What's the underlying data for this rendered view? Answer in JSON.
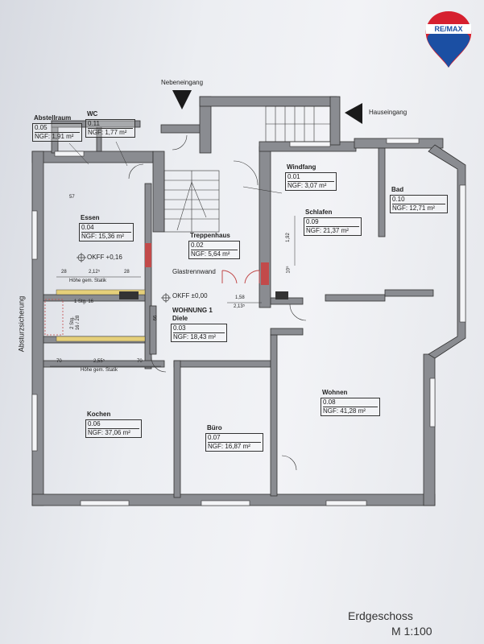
{
  "labels": {
    "nebeneingang": "Nebeneingang",
    "hauseingang": "Hauseingang",
    "glastrennwand": "Glastrennwand",
    "absturzsicherung": "Absturzsicherung",
    "hoehe_statik_1": "Höhe gem. Statik",
    "hoehe_statik_2": "Höhe gem. Statik",
    "wohnung": "WOHNUNG 1",
    "okff_016": "OKFF +0,16",
    "okff_000": "OKFF ±0,00",
    "stg_1": "1 Stg. 16",
    "stg_2a": "2 Stg.",
    "stg_2b": "16 / 28"
  },
  "dimensions": {
    "d57": "57",
    "d28a": "28",
    "d212": "2,12⁵",
    "d28b": "28",
    "d70a": "70",
    "d255": "2,55⁵",
    "d70b": "70",
    "d66": "66",
    "d158": "1,58",
    "d213": "2,13⁵",
    "d192": "1,92",
    "d10": "10⁵"
  },
  "rooms": {
    "abstellraum": {
      "name": "Abstellraum",
      "no": "0.05",
      "area": "NGF: 1,91 m²"
    },
    "wc": {
      "name": "WC",
      "no": "0.11",
      "area": "NGF: 1,77 m²"
    },
    "essen": {
      "name": "Essen",
      "no": "0.04",
      "area": "NGF: 15,36 m²"
    },
    "treppenhaus": {
      "name": "Treppenhaus",
      "no": "0.02",
      "area": "NGF: 5,64 m²"
    },
    "windfang": {
      "name": "Windfang",
      "no": "0.01",
      "area": "NGF: 3,07 m²"
    },
    "bad": {
      "name": "Bad",
      "no": "0.10",
      "area": "NGF: 12,71 m²"
    },
    "schlafen": {
      "name": "Schlafen",
      "no": "0.09",
      "area": "NGF: 21,37 m²"
    },
    "diele": {
      "name": "Diele",
      "no": "0.03",
      "area": "NGF: 18,43 m²"
    },
    "kochen": {
      "name": "Kochen",
      "no": "0.06",
      "area": "NGF: 37,06 m²"
    },
    "buero": {
      "name": "Büro",
      "no": "0.07",
      "area": "NGF: 16,87 m²"
    },
    "wohnen": {
      "name": "Wohnen",
      "no": "0.08",
      "area": "NGF: 41,28 m²"
    }
  },
  "footer": {
    "title": "Erdgeschoss",
    "scale": "M 1:100"
  },
  "logo": {
    "text": "RE/MAX",
    "colors": {
      "red": "#d6202f",
      "blue": "#1b4fa3",
      "white": "#ffffff"
    }
  },
  "colors": {
    "wall": "#8a8c91",
    "line": "#333333",
    "door_red": "#c24a4a",
    "beam": "#e5cf7a"
  }
}
